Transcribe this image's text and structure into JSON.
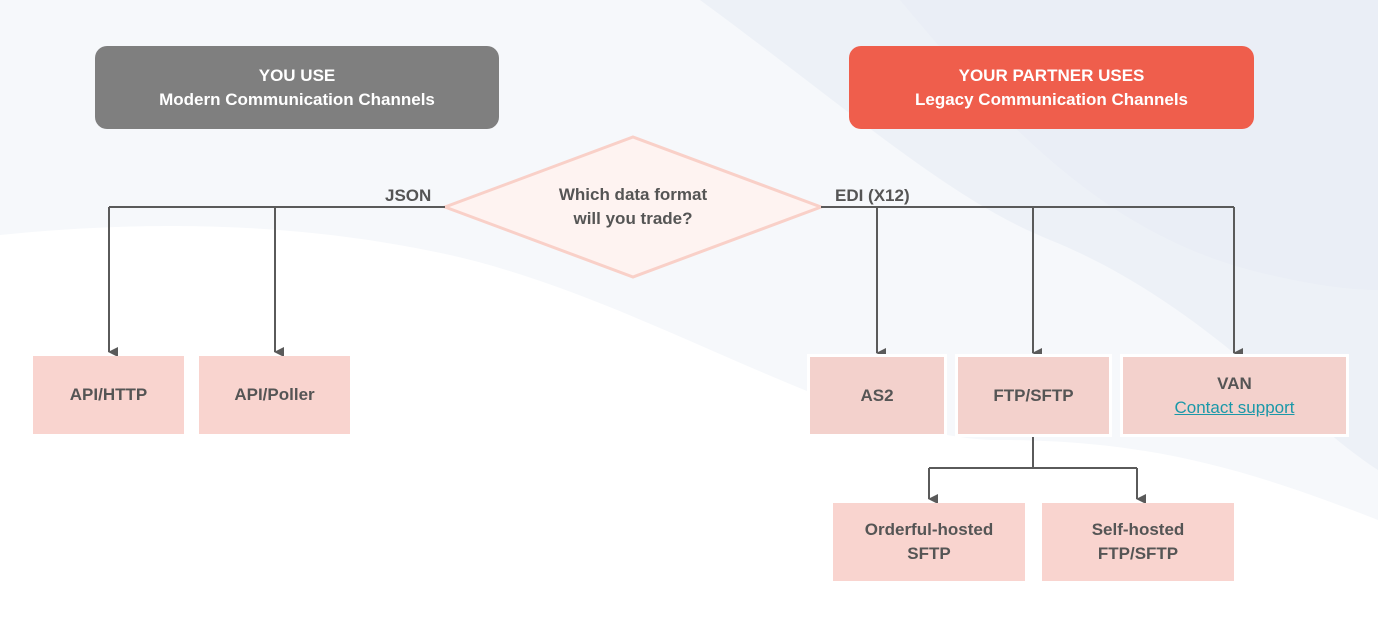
{
  "headers": {
    "left": {
      "line1": "YOU USE",
      "line2": "Modern Communication Channels",
      "color": "#7f7f7f"
    },
    "right": {
      "line1": "YOUR PARTNER USES",
      "line2": "Legacy Communication Channels",
      "color": "#ef5e4c"
    }
  },
  "decision": {
    "line1": "Which data format",
    "line2": "will you trade?",
    "fill": "#fef3f1",
    "stroke": "#f9d0c8"
  },
  "edges": {
    "left_label": "JSON",
    "right_label": "EDI (X12)",
    "stroke": "#5a5a5a"
  },
  "nodes": {
    "api_http": "API/HTTP",
    "api_poller": "API/Poller",
    "as2": "AS2",
    "ftp_sftp": "FTP/SFTP",
    "van": {
      "title": "VAN",
      "link": "Contact support",
      "link_color": "#1a98a8"
    },
    "orderful_hosted": {
      "line1": "Orderful-hosted",
      "line2": "SFTP"
    },
    "self_hosted": {
      "line1": "Self-hosted",
      "line2": "FTP/SFTP"
    }
  },
  "colors": {
    "node_fill": "#f9d4cf",
    "text": "#555555"
  }
}
